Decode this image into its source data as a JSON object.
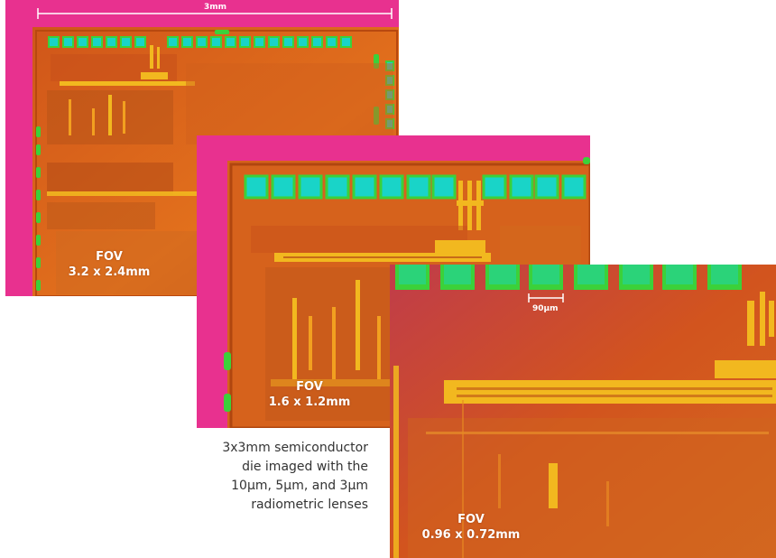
{
  "panels": {
    "wide": {
      "scale_label": "3mm",
      "fov_title": "FOV",
      "fov_value": "3.2 x 2.4mm"
    },
    "medium": {
      "fov_title": "FOV",
      "fov_value": "1.6 x 1.2mm"
    },
    "close": {
      "scale_label": "90µm",
      "fov_title": "FOV",
      "fov_value": "0.96 x 0.72mm"
    }
  },
  "caption": "3x3mm semiconductor die imaged with the 10µm, 5µm, and 3µm radiometric lenses",
  "colors": {
    "background_magenta": "#e8318f",
    "die_orange": "#e06a1a",
    "pad_cyan": "#19d4c8",
    "pad_green": "#3bd13a",
    "hot_yellow": "#f2b81f",
    "caption_text": "#333333"
  }
}
